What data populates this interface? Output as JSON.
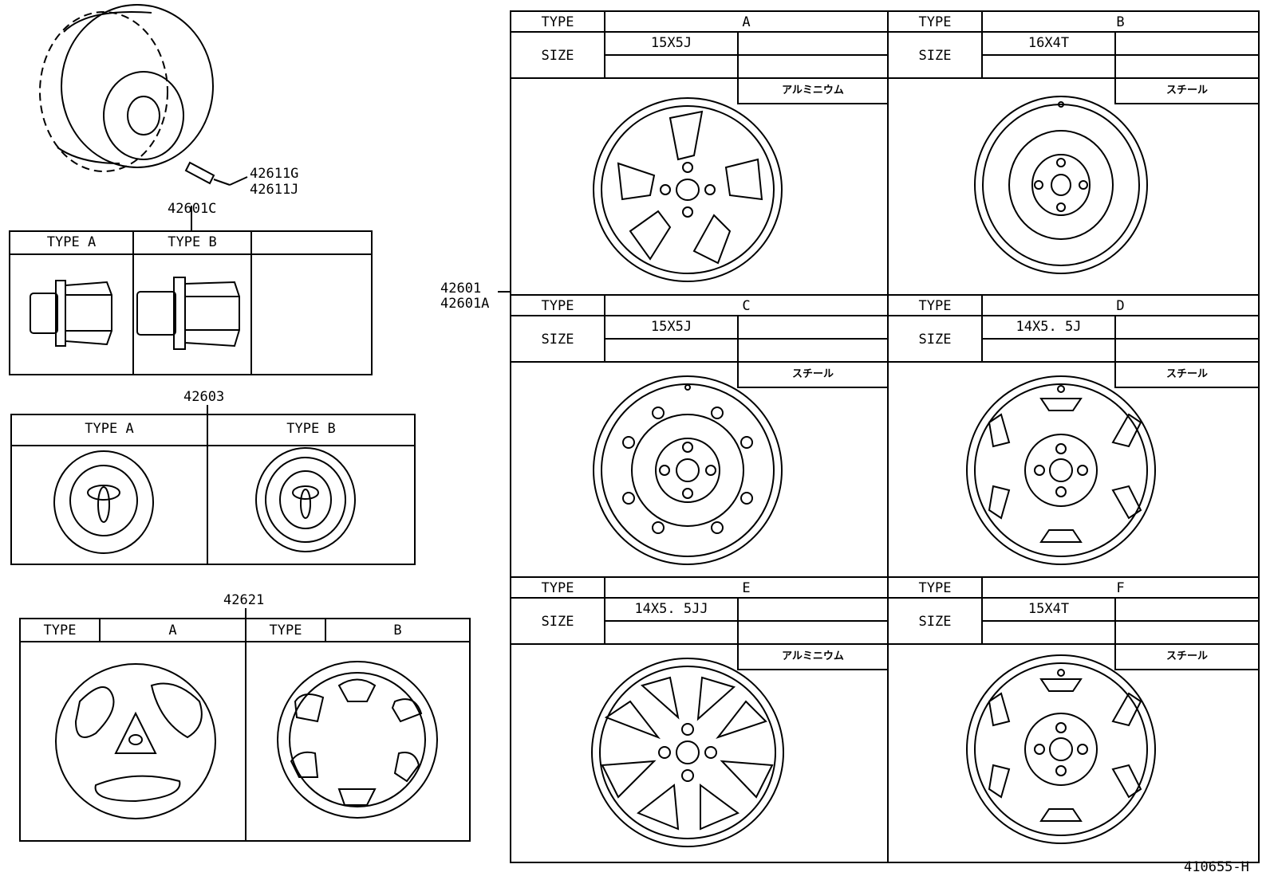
{
  "left": {
    "valve_part_1": "42611G",
    "valve_part_2": "42611J",
    "nut": {
      "part": "42601C",
      "type_a": "TYPE A",
      "type_b": "TYPE B"
    },
    "ornament": {
      "part": "42603",
      "type_a": "TYPE A",
      "type_b": "TYPE B"
    },
    "cap": {
      "part": "42621",
      "type_label": "TYPE",
      "a": "A",
      "b": "B"
    }
  },
  "wheel_part_1": "42601",
  "wheel_part_2": "42601A",
  "labels": {
    "type": "TYPE",
    "size": "SIZE"
  },
  "wheels": [
    {
      "type": "A",
      "size": "15X5J",
      "material": "アルミニウム"
    },
    {
      "type": "B",
      "size": "16X4T",
      "material": "スチール"
    },
    {
      "type": "C",
      "size": "15X5J",
      "material": "スチール"
    },
    {
      "type": "D",
      "size": "14X5. 5J",
      "material": "スチール"
    },
    {
      "type": "E",
      "size": "14X5. 5JJ",
      "material": "アルミニウム"
    },
    {
      "type": "F",
      "size": "15X4T",
      "material": "スチール"
    }
  ],
  "figure_code": "410655-H"
}
